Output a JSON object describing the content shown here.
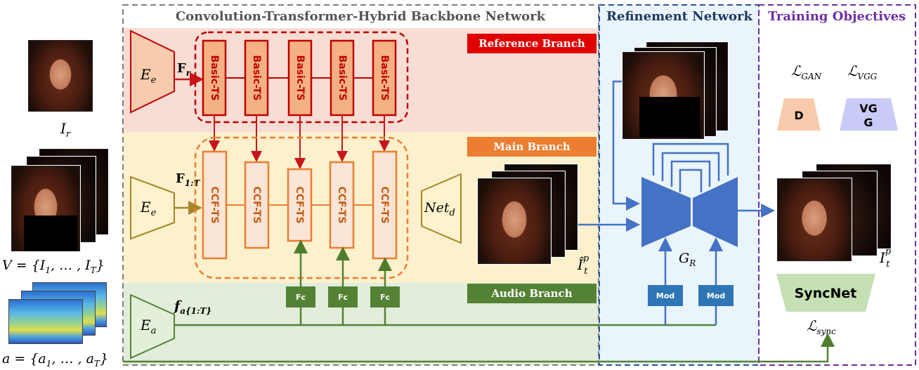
{
  "sections": {
    "backbone_title": "Convolution-Transformer-Hybrid Backbone Network",
    "refinement_title": "Refinement Network",
    "training_title": "Training Objectives"
  },
  "branches": {
    "reference": "Reference Branch",
    "main": "Main Branch",
    "audio": "Audio Branch"
  },
  "encoders": {
    "ref": "E",
    "ref_sub": "e",
    "main": "E",
    "main_sub": "e",
    "audio": "E",
    "audio_sub": "a"
  },
  "features": {
    "ref": "F",
    "ref_sub": "r",
    "main": "F",
    "main_sub": "1:T",
    "audio": "f",
    "audio_sub": "a{1:T}"
  },
  "basic_ts": [
    "Basic-TS",
    "Basic-TS",
    "Basic-TS",
    "Basic-TS",
    "Basic-TS"
  ],
  "ccf_ts": [
    "CCF-TS",
    "CCF-TS",
    "CCF-TS",
    "CCF-TS",
    "CCF-TS"
  ],
  "fc": [
    "Fc",
    "Fc",
    "Fc"
  ],
  "decoder": {
    "name": "Net",
    "sub": "d"
  },
  "refine": {
    "gen": "G",
    "gen_sub": "R",
    "mod": [
      "Mod",
      "Mod"
    ]
  },
  "inputs": {
    "ref_label": "I",
    "ref_sub": "r",
    "video_label": "V = {I",
    "video_sub1": "1",
    "video_mid": ", … , I",
    "video_sub2": "T",
    "video_end": "}",
    "audio_label": "a = {a",
    "audio_sub1": "1",
    "audio_mid": ", … , a",
    "audio_sub2": "T",
    "audio_end": "}"
  },
  "outputs": {
    "coarse": "Î",
    "coarse_sup": "p",
    "coarse_sub": "t",
    "final": "I",
    "final_sup": "p",
    "final_sub": "t"
  },
  "losses": {
    "gan": "ℒ",
    "gan_sub": "GAN",
    "vgg": "ℒ",
    "vgg_sub": "VGG",
    "sync": "ℒ",
    "sync_sub": "sync",
    "disc": "D",
    "vgg_box_1": "VG",
    "vgg_box_2": "G",
    "syncnet": "SyncNet"
  },
  "colors": {
    "reference": "#c8151b",
    "main": "#ec7c2c",
    "audio": "#4f7d2d",
    "refine": "#4472c4",
    "training": "#7030a0",
    "encoder_main": "#a6852a"
  }
}
